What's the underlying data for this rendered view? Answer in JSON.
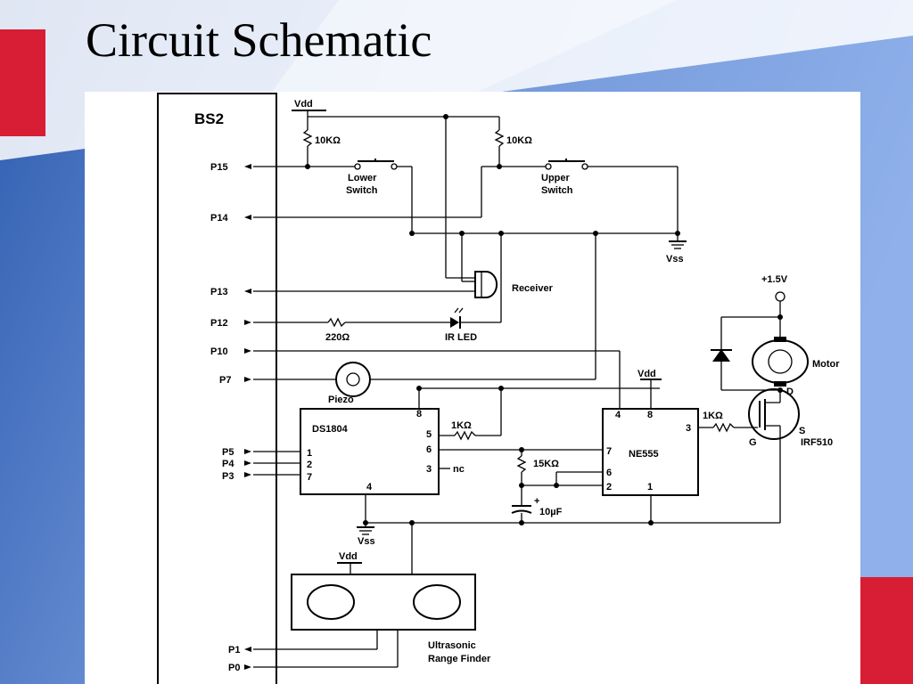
{
  "slide": {
    "title": "Circuit Schematic"
  },
  "theme": {
    "accent_red": "#d81e34",
    "background_blue": "#6f95d8",
    "panel_background": "#ffffff"
  },
  "schematic": {
    "microcontroller": "BS2",
    "pins": {
      "p15": "P15",
      "p14": "P14",
      "p13": "P13",
      "p12": "P12",
      "p10": "P10",
      "p7": "P7",
      "p5": "P5",
      "p4": "P4",
      "p3": "P3",
      "p1": "P1",
      "p0": "P0"
    },
    "resistors": {
      "pullup_1": "10KΩ",
      "pullup_2": "10KΩ",
      "ir_led_resistor": "220Ω",
      "ds_resistor": "1KΩ",
      "timing_resistor": "15KΩ",
      "gate_resistor": "1KΩ"
    },
    "switches": {
      "lower_line1": "Lower",
      "lower_line2": "Switch",
      "upper_line1": "Upper",
      "upper_line2": "Switch"
    },
    "power": {
      "vdd_1": "Vdd",
      "vdd_2": "Vdd",
      "vdd_3": "Vdd",
      "vss_1": "Vss",
      "vss_2": "Vss",
      "supply": "+1.5V"
    },
    "components": {
      "receiver": "Receiver",
      "ir_led": "IR LED",
      "piezo": "Piezo",
      "motor": "Motor",
      "mosfet": "IRF510",
      "capacitor": "10µF",
      "cap_polarity": "+",
      "rangefinder_line1": "Ultrasonic",
      "rangefinder_line2": "Range Finder"
    },
    "ds1804": {
      "name": "DS1804",
      "pin_8": "8",
      "pin_5": "5",
      "pin_6": "6",
      "pin_3": "3",
      "pin_4": "4",
      "pin_1": "1",
      "pin_2": "2",
      "pin_7": "7",
      "nc": "nc"
    },
    "ne555": {
      "name": "NE555",
      "pin_4": "4",
      "pin_8": "8",
      "pin_3": "3",
      "pin_7": "7",
      "pin_6": "6",
      "pin_2": "2",
      "pin_1": "1"
    },
    "mosfet_pins": {
      "d": "D",
      "g": "G",
      "s": "S"
    }
  }
}
